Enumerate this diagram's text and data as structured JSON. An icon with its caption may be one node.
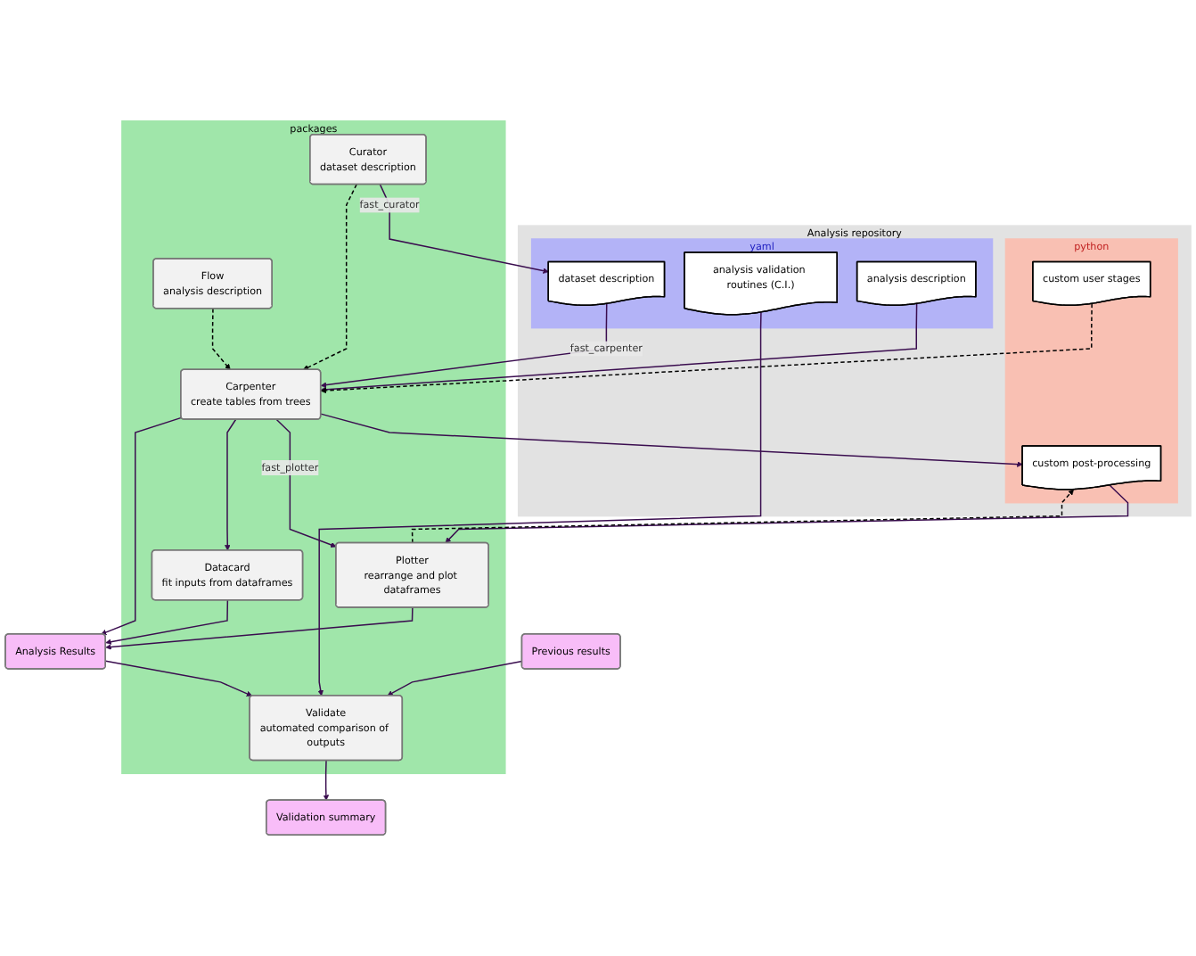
{
  "diagram": {
    "nodes": [
      {
        "text": [
          "Analysis repository"
        ]
      },
      {
        "text": [
          "yaml"
        ],
        "in": 0
      },
      {
        "text": [
          "analysis validation routines (C.I.)"
        ],
        "in": 1
      },
      {
        "text": [
          "dataset description"
        ],
        "in": 1
      },
      {
        "text": [
          "analysis description"
        ],
        "in": 1
      },
      {
        "text": [
          "python"
        ],
        "in": 0
      },
      {
        "text": [
          "custom user stages"
        ],
        "in": 5
      },
      {
        "text": [
          "custom post-processing"
        ],
        "in": 5
      },
      {
        "text": [
          "packages"
        ]
      },
      {
        "text": [
          "Curator",
          "dataset description"
        ],
        "in": 8
      },
      {
        "text": [
          "Carpenter",
          "create tables from trees"
        ],
        "in": 8
      },
      {
        "text": [
          "Plotter",
          "rearrange and plot dataframes"
        ],
        "in": 8
      },
      {
        "text": [
          "Flow",
          "analysis description"
        ],
        "in": 8
      },
      {
        "text": [
          "Validate",
          "automated comparison of outputs"
        ],
        "in": 8
      },
      {
        "text": [
          "Datacard",
          "fit inputs from dataframes"
        ],
        "in": 8
      },
      {
        "text": [
          "Validation summary"
        ]
      },
      {
        "text": [
          "Previous results"
        ]
      },
      {
        "text": [
          "Analysis Results"
        ]
      }
    ],
    "edges": [
      {
        "from": 9,
        "to": 3,
        "arrow": "to",
        "label": "fast_curator"
      },
      {
        "from": 3,
        "to": 10,
        "arrow": "to",
        "label": "fast_carpenter"
      },
      {
        "from": 4,
        "to": 10,
        "arrow": "to"
      },
      {
        "from": 6,
        "to": 10,
        "arrow": "to",
        "style": "dashed",
        "color": "#000000"
      },
      {
        "from": 9,
        "to": 10,
        "arrow": "to",
        "style": "dashed",
        "color": "#000000"
      },
      {
        "from": 12,
        "to": 10,
        "arrow": "to",
        "style": "dashed",
        "color": "#000000"
      },
      {
        "from": 10,
        "to": 7,
        "arrow": "to"
      },
      {
        "from": 7,
        "to": 11,
        "arrow": "to"
      },
      {
        "from": 11,
        "to": 7,
        "arrow": "to",
        "style": "dashed",
        "color": "#000000"
      },
      {
        "from": 10,
        "to": 11,
        "arrow": "to",
        "label": "fast_plotter"
      },
      {
        "from": 10,
        "to": 14,
        "arrow": "to"
      },
      {
        "from": 10,
        "to": 17,
        "arrow": "to"
      },
      {
        "from": 2,
        "to": 13,
        "arrow": "to"
      },
      {
        "from": 13,
        "to": 15,
        "arrow": "to"
      },
      {
        "from": 16,
        "to": 13,
        "arrow": "to"
      },
      {
        "from": 17,
        "to": 13,
        "arrow": "to"
      },
      {
        "from": 14,
        "to": 17,
        "arrow": "to"
      },
      {
        "from": 11,
        "to": 17,
        "arrow": "to"
      }
    ]
  }
}
